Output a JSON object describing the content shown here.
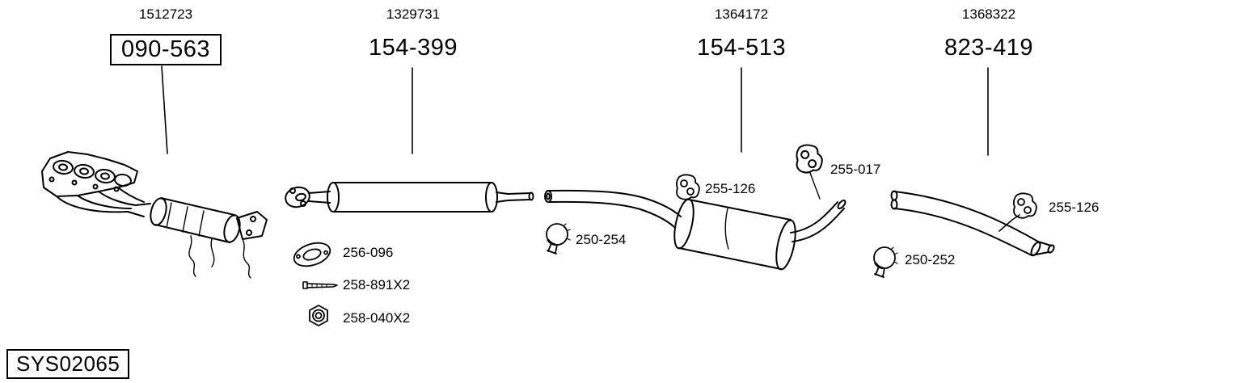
{
  "system_code": "SYS02065",
  "colors": {
    "background": "#ffffff",
    "line": "#000000"
  },
  "sections": [
    {
      "ref": "1512723",
      "part": "090-563",
      "boxed": true
    },
    {
      "ref": "1329731",
      "part": "154-399",
      "boxed": false
    },
    {
      "ref": "1364172",
      "part": "154-513",
      "boxed": false
    },
    {
      "ref": "1368322",
      "part": "823-419",
      "boxed": false
    }
  ],
  "small_parts": [
    {
      "label": "256-096",
      "icon": "gasket-icon"
    },
    {
      "label": "258-891X2",
      "icon": "bolt-icon"
    },
    {
      "label": "258-040X2",
      "icon": "nut-icon"
    },
    {
      "label": "250-254",
      "icon": "clamp-icon"
    },
    {
      "label": "255-126",
      "icon": "hanger-icon"
    },
    {
      "label": "255-017",
      "icon": "hanger-icon"
    },
    {
      "label": "250-252",
      "icon": "clamp-icon"
    },
    {
      "label": "255-126",
      "icon": "hanger-icon"
    }
  ]
}
